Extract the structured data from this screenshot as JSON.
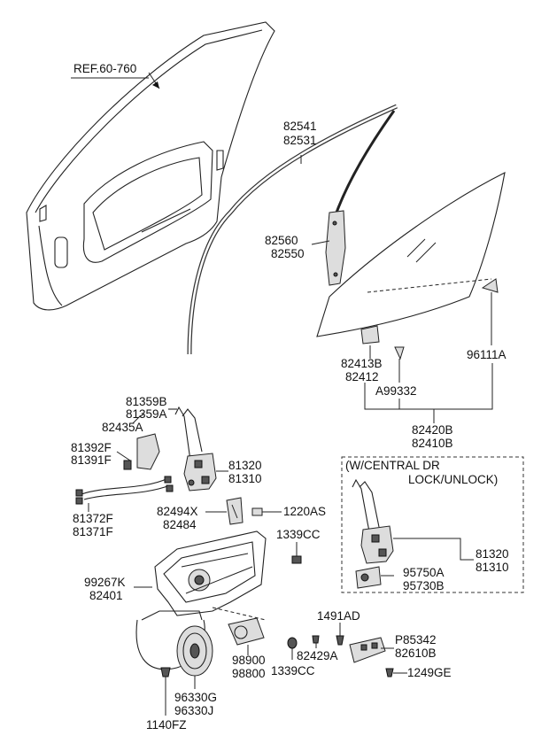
{
  "labels": {
    "ref": "REF.60-760",
    "p82541": "82541",
    "p82531": "82531",
    "p82560": "82560",
    "p82550": "82550",
    "p82413B": "82413B",
    "p82412": "82412",
    "pA99332": "A99332",
    "p96111A": "96111A",
    "p82420B": "82420B",
    "p82410B": "82410B",
    "p81359B": "81359B",
    "p81359A": "81359A",
    "p82435A": "82435A",
    "p81392F": "81392F",
    "p81391F": "81391F",
    "p81320": "81320",
    "p81310": "81310",
    "p81372F": "81372F",
    "p81371F": "81371F",
    "p82494X": "82494X",
    "p82484": "82484",
    "p1220AS": "1220AS",
    "p1339CC_a": "1339CC",
    "p99267K": "99267K",
    "p82401": "82401",
    "p1491AD": "1491AD",
    "p82429A": "82429A",
    "p98900": "98900",
    "p98800": "98800",
    "p1339CC_b": "1339CC",
    "pP85342": "P85342",
    "p82610B": "82610B",
    "p1249GE": "1249GE",
    "p96330G": "96330G",
    "p96330J": "96330J",
    "p1140FZ": "1140FZ",
    "central_line1": "(W/CENTRAL DR",
    "central_line2": "LOCK/UNLOCK)",
    "p81320_c": "81320",
    "p81310_c": "81310",
    "p95750A": "95750A",
    "p95730B": "95730B"
  }
}
